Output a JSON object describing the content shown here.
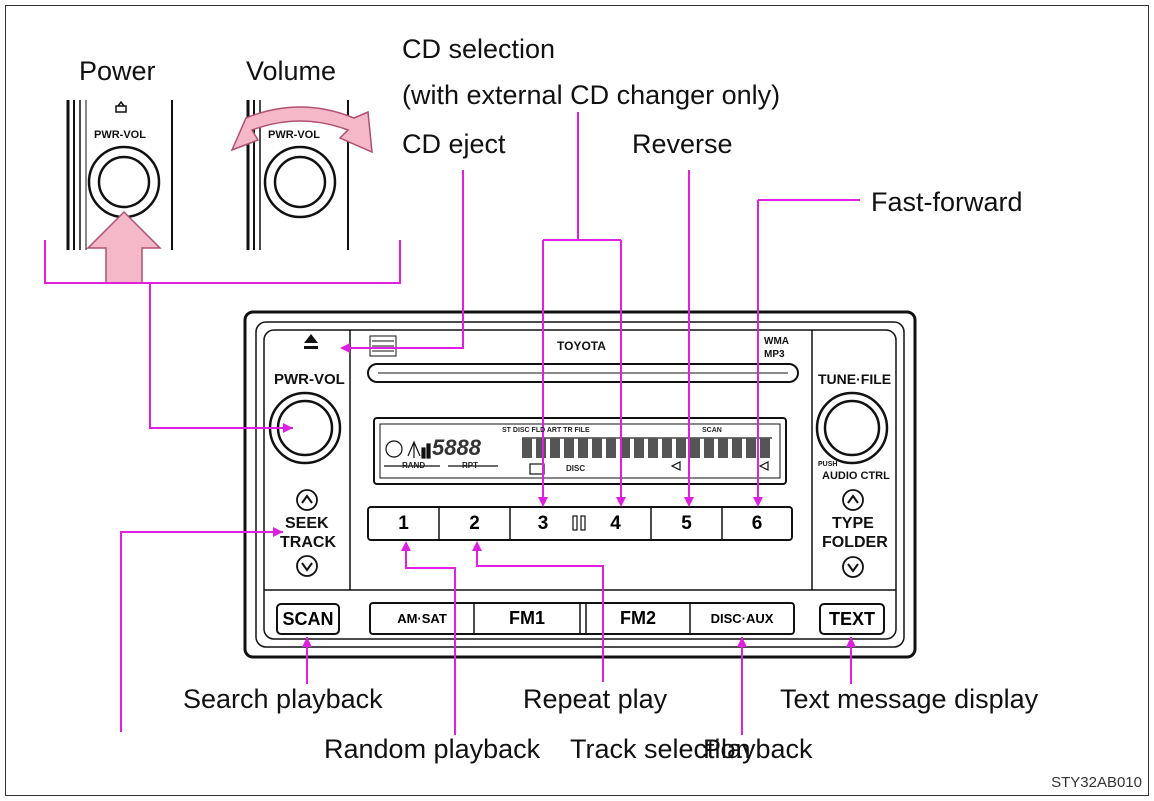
{
  "labels": {
    "power": "Power",
    "volume": "Volume",
    "cd_selection_1": "CD selection",
    "cd_selection_2": "(with external CD changer only)",
    "cd_eject": "CD eject",
    "reverse": "Reverse",
    "fast_forward": "Fast-forward",
    "search_playback": "Search playback",
    "repeat_play": "Repeat play",
    "text_message_display": "Text message display",
    "random_playback": "Random playback",
    "track_selection": "Track selection",
    "playback": "Playback"
  },
  "figure_code": "STY32AB010",
  "unit": {
    "brand": "TOYOTA",
    "pwr_vol": "PWR-VOL",
    "tune_file": "TUNE·FILE",
    "push": "PUSH",
    "audio_ctrl": "AUDIO CTRL",
    "seek": "SEEK",
    "track": "TRACK",
    "type": "TYPE",
    "folder": "FOLDER",
    "scan": "SCAN",
    "text": "TEXT",
    "wma": "WMA",
    "mp3": "MP3",
    "display_digits": "5888",
    "display_top": "ST DISC FLD ART TR FILE",
    "display_scan": "SCAN",
    "display_rand": "RAND",
    "display_rpt": "RPT",
    "display_disc": "DISC",
    "presets": [
      "1",
      "2",
      "3",
      "4",
      "5",
      "6"
    ],
    "bands": [
      "AM·SAT",
      "FM1",
      "FM2",
      "DISC·AUX"
    ],
    "knob_label_power": "PWR-VOL",
    "knob_label_volume": "PWR-VOL"
  },
  "colors": {
    "leader": "#e020e0",
    "arrow_fill": "#f5b8c8",
    "arrow_stroke": "#b05070"
  }
}
